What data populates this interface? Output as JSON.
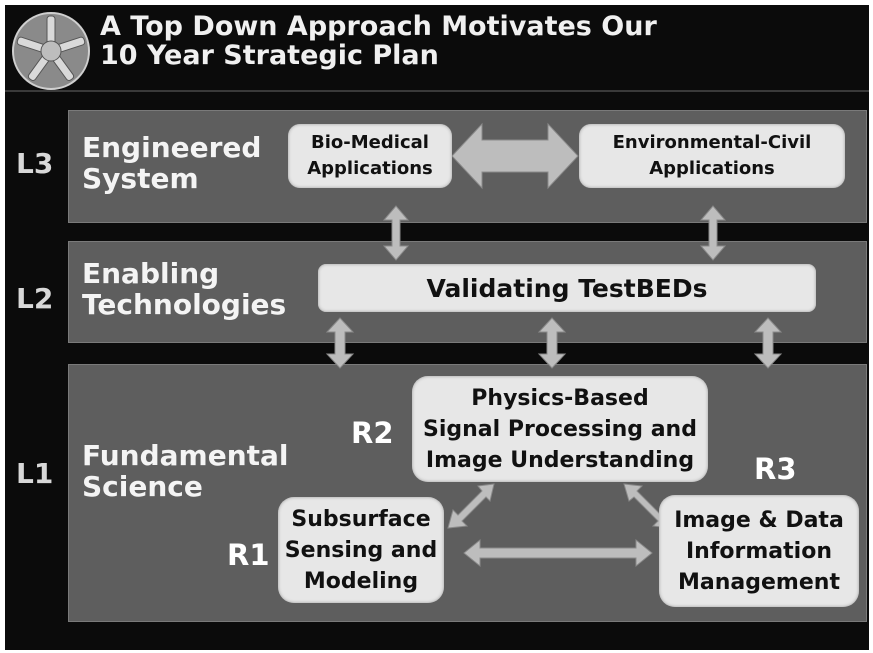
{
  "title": {
    "line1": "A Top Down Approach Motivates Our",
    "line2": "10 Year Strategic Plan"
  },
  "levels": [
    {
      "tag": "L3",
      "name_line1": "Engineered",
      "name_line2": "System"
    },
    {
      "tag": "L2",
      "name_line1": "Enabling",
      "name_line2": "Technologies"
    },
    {
      "tag": "L1",
      "name_line1": "Fundamental",
      "name_line2": "Science"
    }
  ],
  "boxes": {
    "biomedical": {
      "line1": "Bio-Medical",
      "line2": "Applications"
    },
    "environmental": {
      "line1": "Environmental-Civil",
      "line2": "Applications"
    },
    "testbeds": {
      "line1": "Validating TestBEDs"
    },
    "r1": {
      "tag": "R1",
      "line1": "Subsurface",
      "line2": "Sensing and",
      "line3": "Modeling"
    },
    "r2": {
      "tag": "R2",
      "line1": "Physics-Based",
      "line2": "Signal Processing and",
      "line3": "Image Understanding"
    },
    "r3": {
      "tag": "R3",
      "line1": "Image & Data",
      "line2": "Information",
      "line3": "Management"
    }
  },
  "colors": {
    "background": "#0b0b0b",
    "band": "#5e5e5e",
    "box": "#e7e7e7",
    "arrow": "#bdbdbd"
  }
}
